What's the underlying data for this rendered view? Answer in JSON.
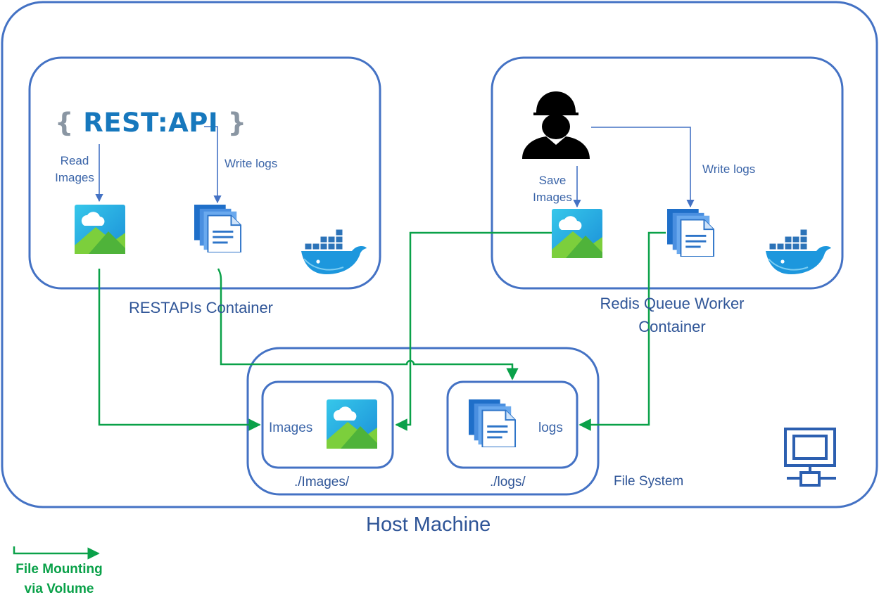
{
  "host": {
    "label": "Host Machine"
  },
  "rest_container": {
    "label": "RESTAPIs Container",
    "logo_text": "REST:API",
    "logo_open": "{",
    "logo_close": "}",
    "read_label_line1": "Read",
    "read_label_line2": "Images",
    "write_label": "Write logs"
  },
  "worker_container": {
    "label_line1": "Redis Queue Worker",
    "label_line2": "Container",
    "save_label_line1": "Save",
    "save_label_line2": "Images",
    "write_label": "Write logs"
  },
  "file_system": {
    "label": "File System",
    "images_box_label": "Images",
    "images_path": "./Images/",
    "logs_box_label": "logs",
    "logs_path": "./logs/"
  },
  "legend": {
    "line1": "File Mounting",
    "line2": "via Volume"
  },
  "colors": {
    "box_border": "#4472c4",
    "arrow_blue": "#4472c4",
    "arrow_green": "#0aa149",
    "text_blue": "#2f5597"
  }
}
